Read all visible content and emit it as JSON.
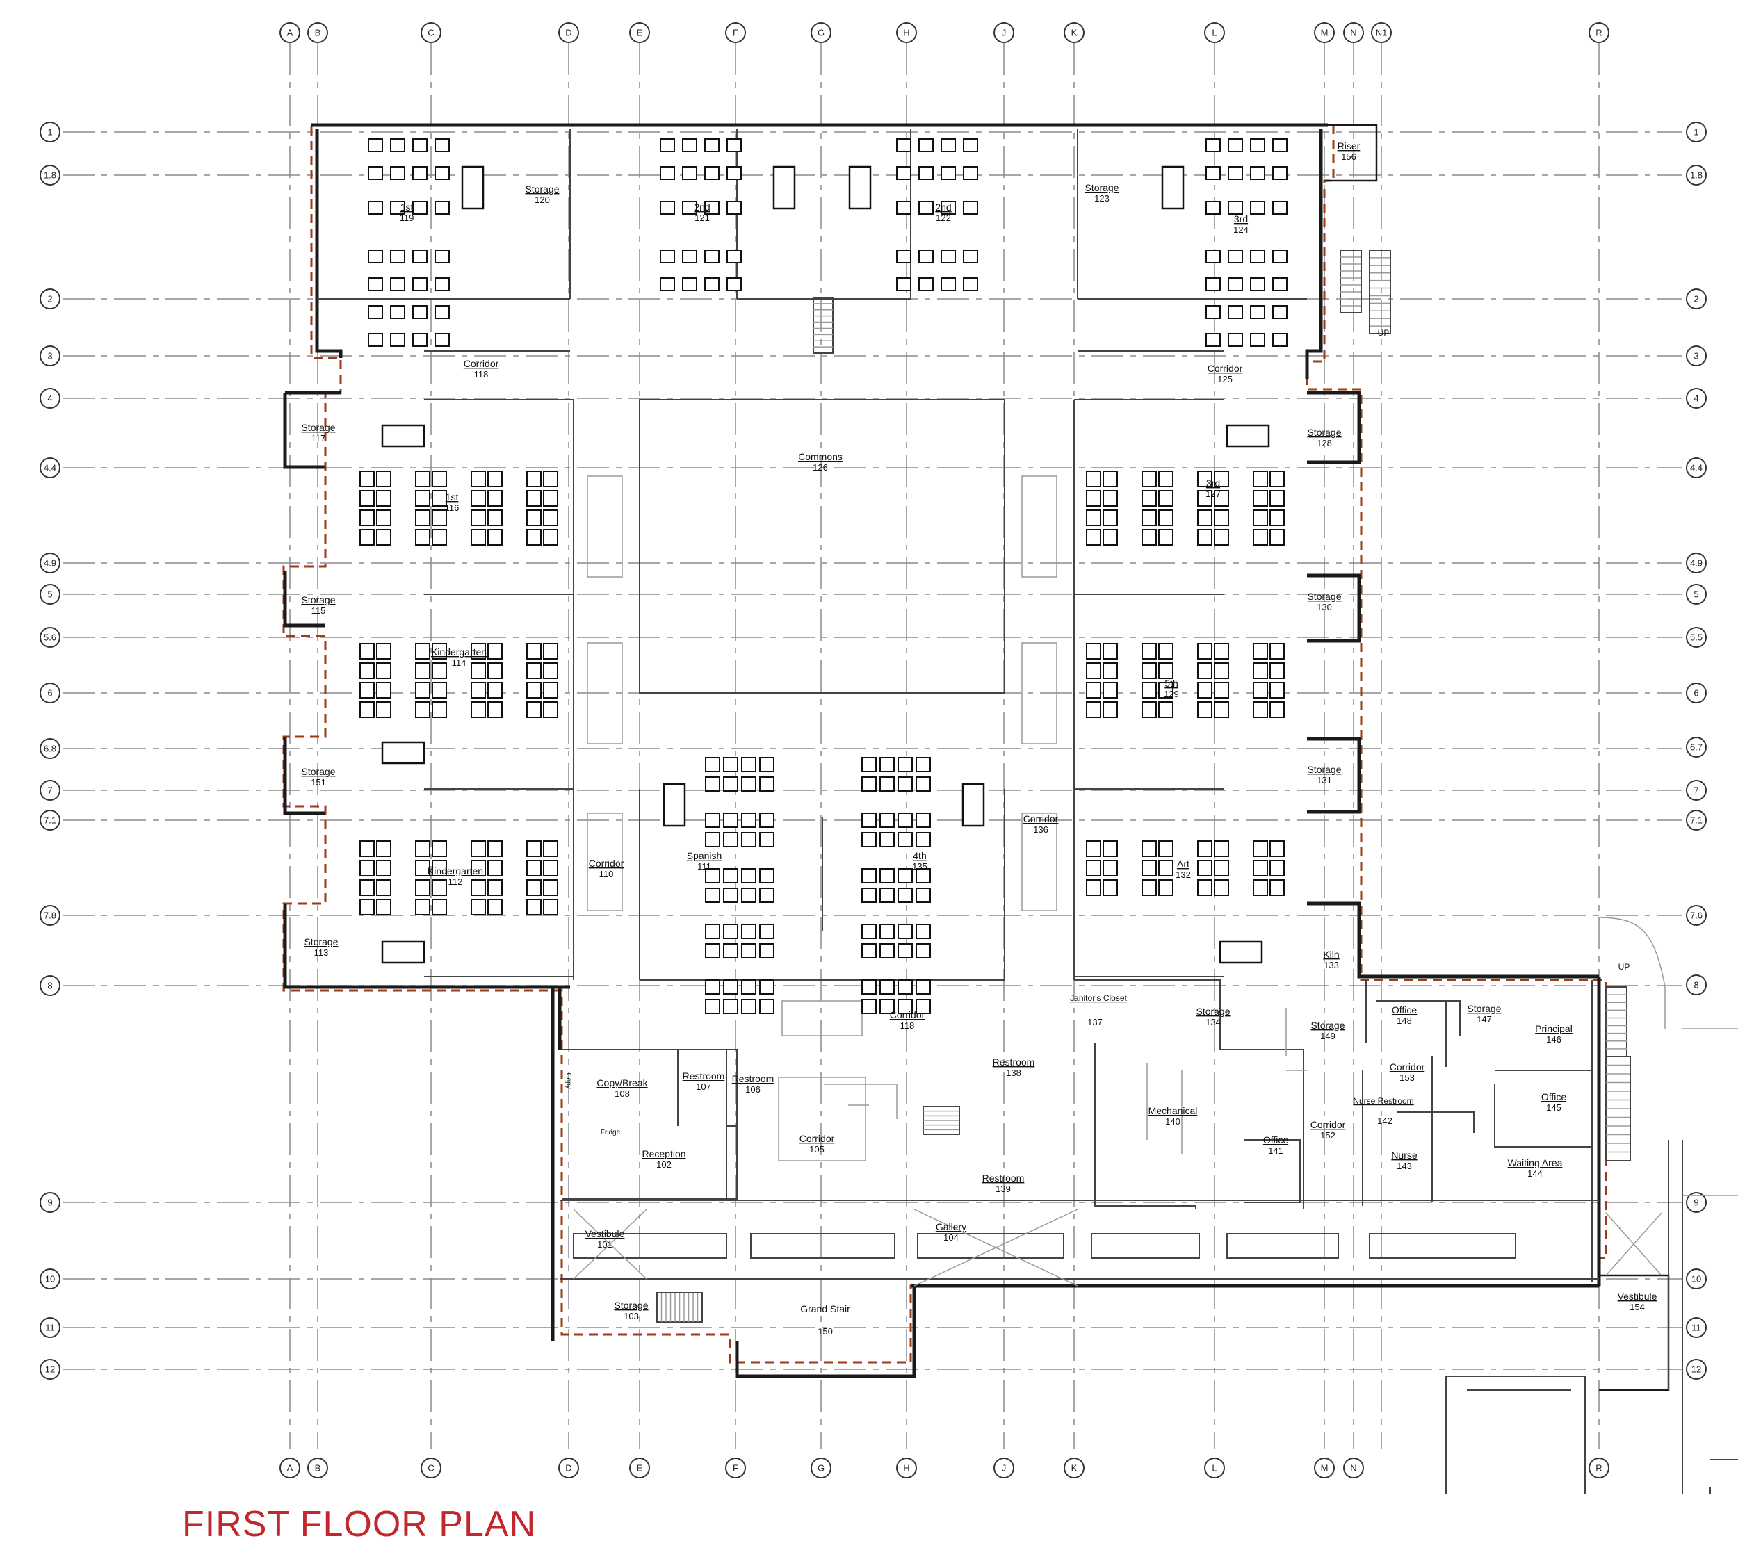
{
  "title": "FIRST FLOOR PLAN",
  "grid": {
    "top_columns": [
      "A",
      "B",
      "C",
      "D",
      "E",
      "F",
      "G",
      "H",
      "J",
      "K",
      "L",
      "M",
      "N",
      "N1",
      "R"
    ],
    "bottom_columns": [
      "A",
      "B",
      "C",
      "D",
      "E",
      "F",
      "G",
      "H",
      "J",
      "K",
      "L",
      "M",
      "N",
      "R"
    ],
    "left_rows": [
      "1",
      "1.8",
      "2",
      "3",
      "4",
      "4.4",
      "4.9",
      "5",
      "5.6",
      "6",
      "6.8",
      "7",
      "7.1",
      "7.8",
      "8",
      "9",
      "10",
      "11",
      "12"
    ],
    "right_rows": [
      "1",
      "1.8",
      "2",
      "3",
      "4",
      "4.4",
      "4.9",
      "5",
      "5.5",
      "6",
      "6.7",
      "7",
      "7.1",
      "7.6",
      "8",
      "9",
      "10",
      "11",
      "12"
    ]
  },
  "rooms": {
    "r120": {
      "label": "Storage",
      "number": "120"
    },
    "r123": {
      "label": "Storage",
      "number": "123"
    },
    "r121": {
      "label": "2nd",
      "number": "121"
    },
    "r122": {
      "label": "2nd",
      "number": "122"
    },
    "r119": {
      "label": "1st",
      "number": "119"
    },
    "r124": {
      "label": "3rd",
      "number": "124"
    },
    "r118": {
      "label": "Corridor",
      "number": "118"
    },
    "r125": {
      "label": "Corridor",
      "number": "125"
    },
    "r156": {
      "label": "Riser",
      "number": "156"
    },
    "r117": {
      "label": "Storage",
      "number": "117"
    },
    "r128": {
      "label": "Storage",
      "number": "128"
    },
    "r126": {
      "label": "Commons",
      "number": "126"
    },
    "r116": {
      "label": "1st",
      "number": "116"
    },
    "r127": {
      "label": "3rd",
      "number": "127"
    },
    "r115": {
      "label": "Storage",
      "number": "115"
    },
    "r130": {
      "label": "Storage",
      "number": "130"
    },
    "r114": {
      "label": "Kindergarten",
      "number": "114"
    },
    "r129": {
      "label": "5th",
      "number": "129"
    },
    "r151": {
      "label": "Storage",
      "number": "151"
    },
    "r131": {
      "label": "Storage",
      "number": "131"
    },
    "r110": {
      "label": "Corridor",
      "number": "110"
    },
    "r111": {
      "label": "Spanish",
      "number": "111"
    },
    "r135": {
      "label": "4th",
      "number": "135"
    },
    "r136": {
      "label": "Corridor",
      "number": "136"
    },
    "r112": {
      "label": "Kindergarten",
      "number": "112"
    },
    "r132": {
      "label": "Art",
      "number": "132"
    },
    "r113": {
      "label": "Storage",
      "number": "113"
    },
    "r133": {
      "label": "Kiln",
      "number": "133"
    },
    "r137": {
      "label": "Janitor's Closet",
      "number": "137"
    },
    "r118b": {
      "label": "Corridor",
      "number": "118"
    },
    "r134": {
      "label": "Storage",
      "number": "134"
    },
    "r149": {
      "label": "Storage",
      "number": "149"
    },
    "r148": {
      "label": "Office",
      "number": "148"
    },
    "r147": {
      "label": "Storage",
      "number": "147"
    },
    "r146": {
      "label": "Principal",
      "number": "146"
    },
    "r108": {
      "label": "Copy/Break",
      "number": "108"
    },
    "r107": {
      "label": "Restroom",
      "number": "107"
    },
    "r106": {
      "label": "Restroom",
      "number": "106"
    },
    "r138": {
      "label": "Restroom",
      "number": "138"
    },
    "r153": {
      "label": "Corridor",
      "number": "153"
    },
    "r142": {
      "label": "Nurse Restroom",
      "number": "142"
    },
    "r145": {
      "label": "Office",
      "number": "145"
    },
    "r140": {
      "label": "Mechanical",
      "number": "140"
    },
    "r141": {
      "label": "Office",
      "number": "141"
    },
    "r152": {
      "label": "Corridor",
      "number": "152"
    },
    "r102": {
      "label": "Reception",
      "number": "102"
    },
    "r105": {
      "label": "Corridor",
      "number": "105"
    },
    "r143": {
      "label": "Nurse",
      "number": "143"
    },
    "r144": {
      "label": "Waiting Area",
      "number": "144"
    },
    "r139": {
      "label": "Restroom",
      "number": "139"
    },
    "r101": {
      "label": "Vestibule",
      "number": "101"
    },
    "r104": {
      "label": "Gallery",
      "number": "104"
    },
    "r103": {
      "label": "Storage",
      "number": "103"
    },
    "r150": {
      "label": "Grand Stair",
      "number": "150"
    },
    "r154": {
      "label": "Vestibule",
      "number": "154"
    }
  },
  "fixtures": {
    "fridge": "Fridge",
    "copy": "Copy",
    "stair_up": "UP"
  }
}
